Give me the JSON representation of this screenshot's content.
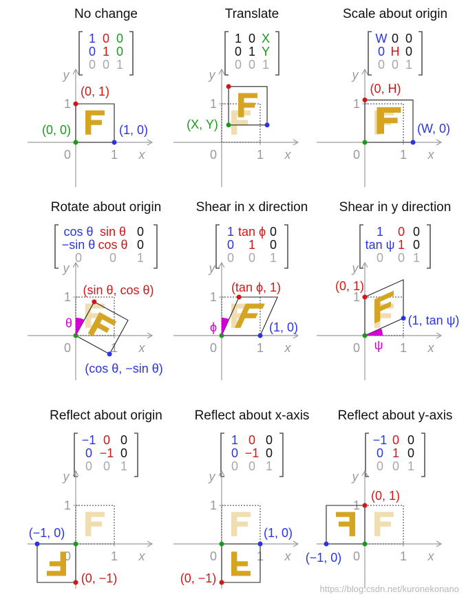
{
  "colors": {
    "black": "#111111",
    "blue": "#2a33e8",
    "red": "#d01818",
    "green": "#1a9a1a",
    "gray": "#a8a8a8",
    "axis": "#9a9a9a",
    "gold": "#d4a422",
    "gold_faint": "#f0ddb0",
    "magenta": "#d200d2"
  },
  "panels": [
    {
      "title": "No change",
      "matrix": [
        [
          "1",
          "0",
          "0"
        ],
        [
          "0",
          "1",
          "0"
        ],
        [
          "0",
          "0",
          "1"
        ]
      ],
      "matrix_colors": [
        [
          "blue",
          "red",
          "green"
        ],
        [
          "blue",
          "red",
          "green"
        ],
        [
          "gray",
          "gray",
          "gray"
        ]
      ],
      "labels": [
        "(0, 1)",
        "(0, 0)",
        "(1, 0)"
      ],
      "axis_labels": {
        "x": "x",
        "y": "y",
        "origin": "0",
        "one_x": "1",
        "one_y": "1"
      }
    },
    {
      "title": "Translate",
      "matrix": [
        [
          "1",
          "0",
          "X"
        ],
        [
          "0",
          "1",
          "Y"
        ],
        [
          "0",
          "0",
          "1"
        ]
      ],
      "matrix_colors": [
        [
          "black",
          "black",
          "green"
        ],
        [
          "black",
          "black",
          "green"
        ],
        [
          "gray",
          "gray",
          "gray"
        ]
      ],
      "labels": [
        "(X, Y)"
      ],
      "axis_labels": {
        "x": "x",
        "y": "y",
        "origin": "0",
        "one_x": "1",
        "one_y": "1"
      }
    },
    {
      "title": "Scale about origin",
      "matrix": [
        [
          "W",
          "0",
          "0"
        ],
        [
          "0",
          "H",
          "0"
        ],
        [
          "0",
          "0",
          "1"
        ]
      ],
      "matrix_colors": [
        [
          "blue",
          "black",
          "black"
        ],
        [
          "blue",
          "red",
          "black"
        ],
        [
          "gray",
          "gray",
          "gray"
        ]
      ],
      "labels": [
        "(0, H)",
        "(W, 0)"
      ],
      "axis_labels": {
        "x": "x",
        "y": "y",
        "origin": "0",
        "one_x": "1",
        "one_y": "1"
      }
    },
    {
      "title": "Rotate about origin",
      "matrix": [
        [
          "cos θ",
          "sin θ",
          "0"
        ],
        [
          "−sin θ",
          "cos θ",
          "0"
        ],
        [
          "0",
          "0",
          "1"
        ]
      ],
      "matrix_colors": [
        [
          "blue",
          "red",
          "black"
        ],
        [
          "blue",
          "red",
          "black"
        ],
        [
          "gray",
          "gray",
          "gray"
        ]
      ],
      "labels": [
        "(sin θ, cos θ)",
        "θ",
        "(cos θ, −sin θ)"
      ],
      "axis_labels": {
        "x": "x",
        "y": "y",
        "origin": "0",
        "one_x": "1",
        "one_y": "1"
      }
    },
    {
      "title": "Shear in x direction",
      "matrix": [
        [
          "1",
          "tan ϕ",
          "0"
        ],
        [
          "0",
          "1",
          "0"
        ],
        [
          "0",
          "0",
          "1"
        ]
      ],
      "matrix_colors": [
        [
          "blue",
          "red",
          "black"
        ],
        [
          "blue",
          "red",
          "black"
        ],
        [
          "gray",
          "gray",
          "gray"
        ]
      ],
      "labels": [
        "(tan ϕ, 1)",
        "ϕ",
        "(1, 0)"
      ],
      "axis_labels": {
        "x": "x",
        "y": "y",
        "origin": "0",
        "one_x": "1",
        "one_y": "1"
      }
    },
    {
      "title": "Shear in y direction",
      "matrix": [
        [
          "1",
          "0",
          "0"
        ],
        [
          "tan ψ",
          "1",
          "0"
        ],
        [
          "0",
          "0",
          "1"
        ]
      ],
      "matrix_colors": [
        [
          "blue",
          "red",
          "black"
        ],
        [
          "blue",
          "red",
          "black"
        ],
        [
          "gray",
          "gray",
          "gray"
        ]
      ],
      "labels": [
        "(0, 1)",
        "(1, tan ψ)",
        "ψ"
      ],
      "axis_labels": {
        "x": "x",
        "y": "y",
        "origin": "0",
        "one_x": "1",
        "one_y": "1"
      }
    },
    {
      "title": "Reflect about origin",
      "matrix": [
        [
          "−1",
          "0",
          "0"
        ],
        [
          "0",
          "−1",
          "0"
        ],
        [
          "0",
          "0",
          "1"
        ]
      ],
      "matrix_colors": [
        [
          "blue",
          "red",
          "black"
        ],
        [
          "blue",
          "red",
          "black"
        ],
        [
          "gray",
          "gray",
          "gray"
        ]
      ],
      "labels": [
        "(−1, 0)",
        "(0, −1)"
      ],
      "axis_labels": {
        "x": "x",
        "y": "y",
        "origin": "0",
        "one_x": "1",
        "one_y": "1"
      }
    },
    {
      "title": "Reflect about x-axis",
      "matrix": [
        [
          "1",
          "0",
          "0"
        ],
        [
          "0",
          "−1",
          "0"
        ],
        [
          "0",
          "0",
          "1"
        ]
      ],
      "matrix_colors": [
        [
          "blue",
          "red",
          "black"
        ],
        [
          "blue",
          "red",
          "black"
        ],
        [
          "gray",
          "gray",
          "gray"
        ]
      ],
      "labels": [
        "(1, 0)",
        "(0, −1)"
      ],
      "axis_labels": {
        "x": "x",
        "y": "y",
        "origin": "0",
        "one_x": "1",
        "one_y": "1"
      }
    },
    {
      "title": "Reflect about y-axis",
      "matrix": [
        [
          "−1",
          "0",
          "0"
        ],
        [
          "0",
          "1",
          "0"
        ],
        [
          "0",
          "0",
          "1"
        ]
      ],
      "matrix_colors": [
        [
          "blue",
          "red",
          "black"
        ],
        [
          "blue",
          "red",
          "black"
        ],
        [
          "gray",
          "gray",
          "gray"
        ]
      ],
      "labels": [
        "(0, 1)",
        "(−1, 0)"
      ],
      "axis_labels": {
        "x": "x",
        "y": "y",
        "origin": "0",
        "one_x": "1",
        "one_y": "1"
      }
    }
  ],
  "watermark": "https://blog.csdn.net/kuronekonano"
}
